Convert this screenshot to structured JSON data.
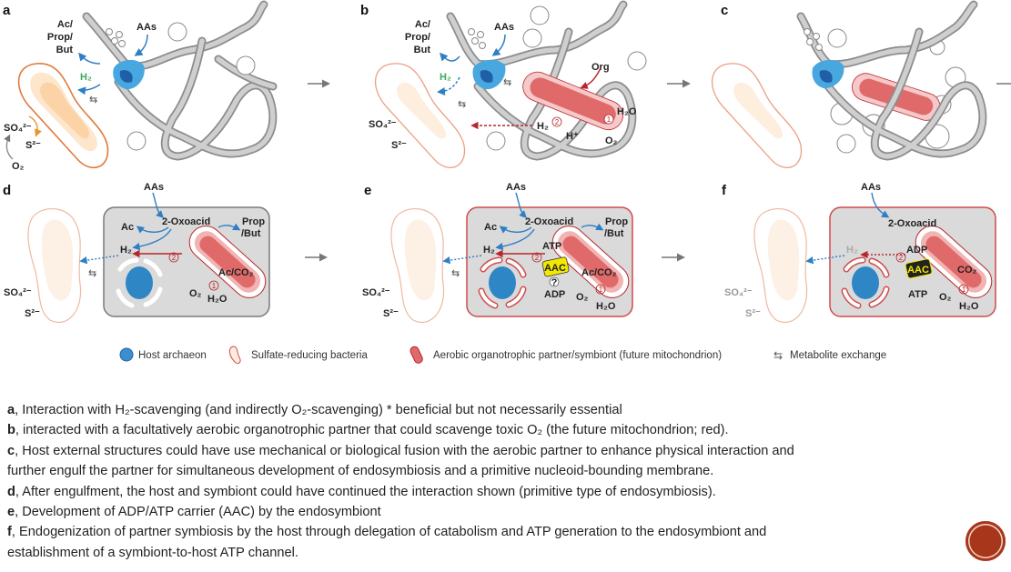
{
  "panels": {
    "a": {
      "letter": "a",
      "ac": "Ac/",
      "prop": "Prop/",
      "but": "But",
      "aas": "AAs",
      "h2": "H₂",
      "so4": "SO₄²⁻",
      "s2": "S²⁻",
      "o2": "O₂"
    },
    "b": {
      "letter": "b",
      "ac": "Ac/",
      "prop": "Prop/",
      "but": "But",
      "aas": "AAs",
      "h2": "H₂",
      "org": "Org",
      "h2o": "H₂O",
      "h2_red": "H₂",
      "hplus": "H⁺",
      "o2": "O₂",
      "so4": "SO₄²⁻",
      "s2": "S²⁻",
      "step1": "1",
      "step2": "2"
    },
    "c": {
      "letter": "c"
    },
    "d": {
      "letter": "d",
      "aas": "AAs",
      "oxoacid": "2-Oxoacid",
      "prop": "Prop",
      "but": "/But",
      "ac": "Ac",
      "h2": "H₂",
      "acco2": "Ac/CO₂",
      "o2": "O₂",
      "h2o": "H₂O",
      "so4": "SO₄²⁻",
      "s2": "S²⁻",
      "step1": "1",
      "step2": "2"
    },
    "e": {
      "letter": "e",
      "aas": "AAs",
      "oxoacid": "2-Oxoacid",
      "prop": "Prop",
      "but": "/But",
      "ac": "Ac",
      "h2": "H₂",
      "atp": "ATP",
      "aac": "AAC",
      "question": "?",
      "adp": "ADP",
      "acco2": "Ac/CO₂",
      "o2": "O₂",
      "h2o": "H₂O",
      "so4": "SO₄²⁻",
      "s2": "S²⁻",
      "step1": "1",
      "step2": "2"
    },
    "f": {
      "letter": "f",
      "aas": "AAs",
      "oxoacid": "2-Oxoacid",
      "h2": "H₂",
      "adp": "ADP",
      "aac": "AAC",
      "co2": "CO₂",
      "atp": "ATP",
      "o2": "O₂",
      "h2o": "H₂O",
      "so4": "SO₄²⁻",
      "s2": "S²⁻",
      "step1": "1",
      "step2": "2"
    }
  },
  "legend": {
    "host": "Host archaeon",
    "srb": "Sulfate-reducing bacteria",
    "partner": "Aerobic organotrophic partner/symbiont (future mitochondrion)",
    "exchange": "Metabolite exchange"
  },
  "caption": [
    {
      "key": "a",
      "text": ", Interaction with H₂-scavenging (and indirectly O₂-scavenging)  * beneficial but not necessarily essential"
    },
    {
      "key": "b",
      "text": ", interacted with a facultatively aerobic organotrophic partner that could scavenge toxic O₂ (the future mitochondrion; red)."
    },
    {
      "key": "c",
      "text": ", Host external structures could have use mechanical or biological fusion with the aerobic partner to enhance physical interaction and"
    },
    {
      "key": "",
      "text": "further engulf the partner for simultaneous development of endosymbiosis and a primitive nucleoid-bounding membrane."
    },
    {
      "key": "d",
      "text": ", After engulfment, the host and symbiont could have continued the interaction shown (primitive type of endosymbiosis)."
    },
    {
      "key": "e",
      "text": ", Development of ADP/ATP carrier (AAC) by the endosymbiont"
    },
    {
      "key": "f",
      "text": ", Endogenization of partner symbiosis by the host through delegation of catabolism and ATP generation to the endosymbiont and"
    },
    {
      "key": "",
      "text": "establishment of a symbiont-to-host ATP channel."
    }
  ],
  "colors": {
    "archaeon": "#3b8fd0",
    "bacteria": "#e07a3c",
    "partner": "#e06a6a",
    "h2_green": "#3aaa5a",
    "arrow_blue": "#2f7fc4",
    "arrow_red": "#b8262b",
    "aac_yellow": "#f2e800",
    "logo": "#a8361a"
  }
}
